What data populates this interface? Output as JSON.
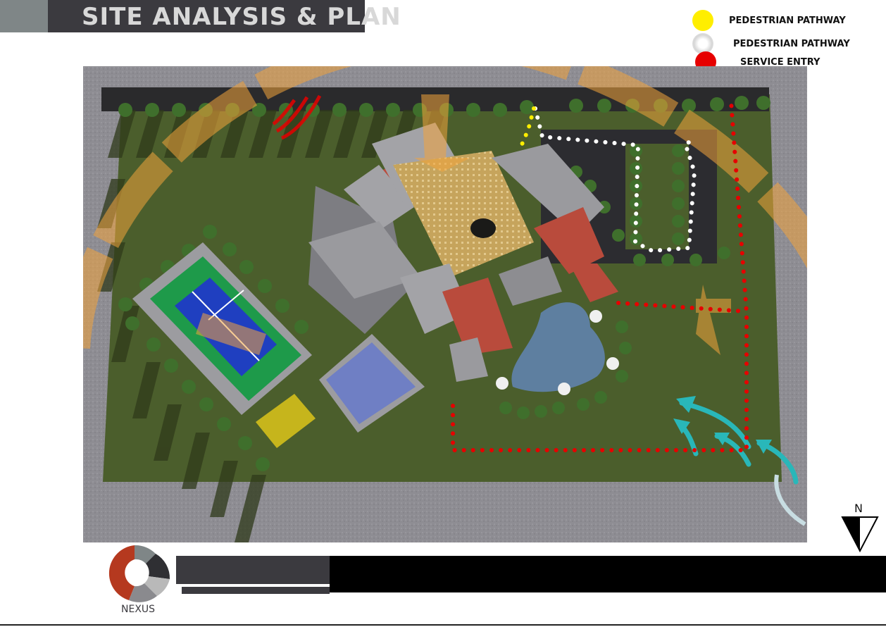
{
  "title": "SITE ANALYSIS & PLAN",
  "legend": [
    {
      "label": "PEDESTRIAN PATHWAY",
      "color": "#ffee00"
    },
    {
      "label": "PEDESTRIAN PATHWAY",
      "color": "#e8e8e8"
    },
    {
      "label": "SERVICE ENTRY",
      "color": "#e60000"
    }
  ],
  "logo_text": "NEXUS",
  "north_label": "N",
  "colors": {
    "sun_path": "#f3a43c",
    "grass": "#4b5e2c",
    "paving": "#8d8c92",
    "service_path": "#e60000",
    "pedestrian_path_yellow": "#ffee00",
    "pedestrian_path_white": "#ffffff",
    "wind_arrows": "#29b7b9",
    "tennis_court": "#1f3fc0",
    "basketball_court": "#6f7fc4",
    "pool": "#5e7fa0",
    "roof_red": "#b94b3c",
    "roof_grey": "#9a9a9e"
  },
  "icons": [
    "sun-path-arc-icon",
    "wind-arrow-icon",
    "north-arrow-icon",
    "vehicle-entry-icon"
  ]
}
